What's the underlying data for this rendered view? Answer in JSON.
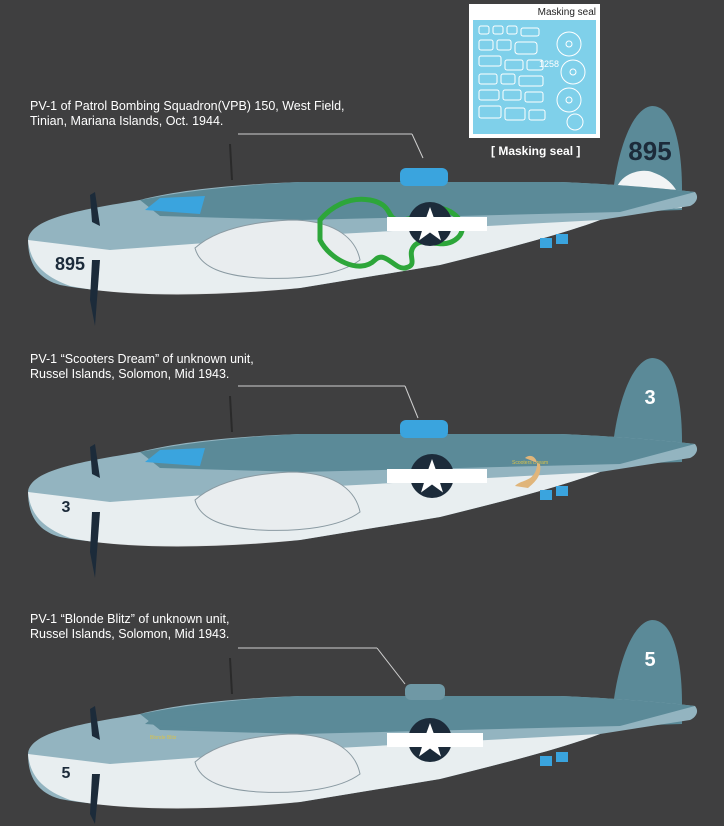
{
  "profiles": [
    {
      "caption_line1": "PV-1 of Patrol Bombing Squadron(VPB) 150, West Field,",
      "caption_line2": "Tinian, Mariana Islands, Oct. 1944.",
      "tail_code": "895",
      "nose_code": "895",
      "nose_art": "octopus"
    },
    {
      "caption_line1": "PV-1 “Scooters Dream” of unknown unit,",
      "caption_line2": "Russel Islands, Solomon, Mid 1943.",
      "tail_code": "3",
      "nose_code": "3",
      "nose_art": "Scooters Dream"
    },
    {
      "caption_line1": "PV-1 “Blonde Blitz” of unknown unit,",
      "caption_line2": "Russel Islands, Solomon, Mid 1943.",
      "tail_code": "5",
      "nose_code": "5",
      "nose_art": "Blonde Blitz"
    }
  ],
  "masking": {
    "title": "Masking seal",
    "caption": "[ Masking seal ]",
    "sheet_number": "1258"
  },
  "colors": {
    "background": "#3f3f40",
    "sea_blue_upper": "#5b8a98",
    "intermediate_blue": "#93b4c0",
    "underside_white": "#f2f4f5",
    "canopy_blue": "#3aa4de",
    "insignia_blue": "#1c2b3a",
    "octopus_green": "#2da63a"
  }
}
